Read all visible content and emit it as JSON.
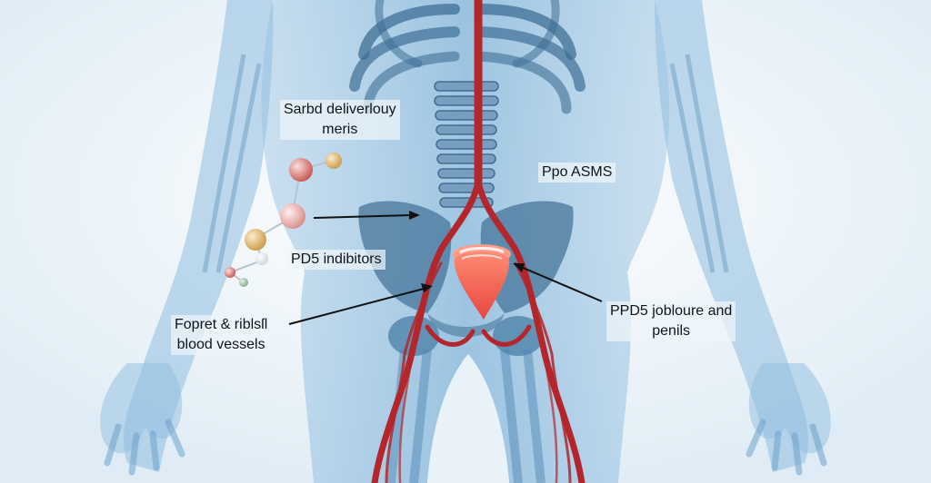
{
  "labels": {
    "delivery": [
      "Sarbd deliverlouy",
      "meris"
    ],
    "asms": "Ppo ASMS",
    "pde5": "PD5 indibitors",
    "vessels": [
      "Fopret & riblsſl",
      "blood vessels"
    ],
    "penis": [
      "PPD5 jobloure and",
      "penils"
    ]
  },
  "colors": {
    "background": "#eef5fa",
    "body": "#7fb3d8",
    "body_dark": "#4a83b0",
    "bone": "#3f6f95",
    "artery": "#b3262c",
    "organ": "#f06a5a",
    "arrow": "#111111",
    "label_text": "#101418"
  },
  "molecule_colors": [
    "#d4736f",
    "#e2b96a",
    "#e7a3a0",
    "#d6a85e",
    "#f2f2f2",
    "#e07e79",
    "#9fc4a8"
  ]
}
